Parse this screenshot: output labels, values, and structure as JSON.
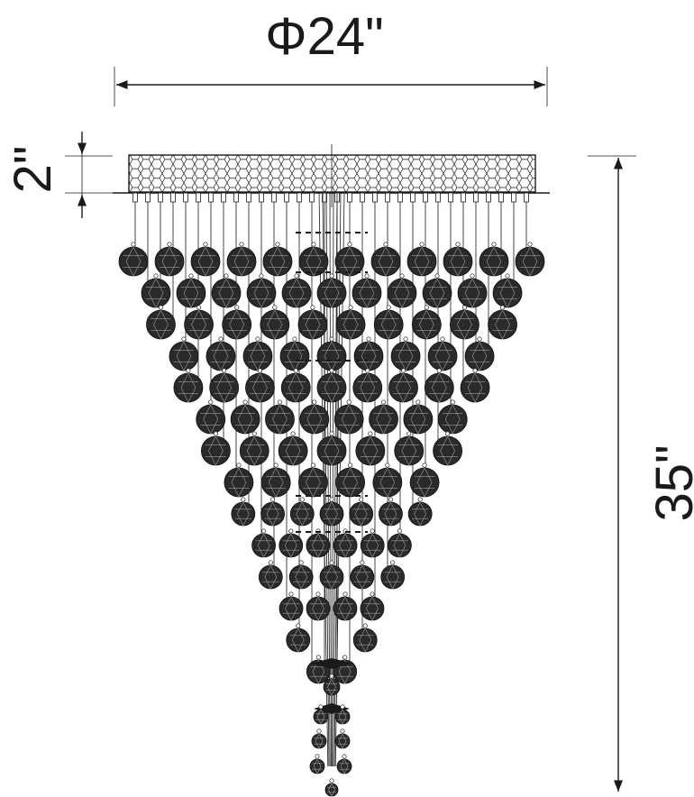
{
  "drawing": {
    "width_label": "Φ24\"",
    "canopy_height_label": "2\"",
    "total_height_label": "35\""
  }
}
